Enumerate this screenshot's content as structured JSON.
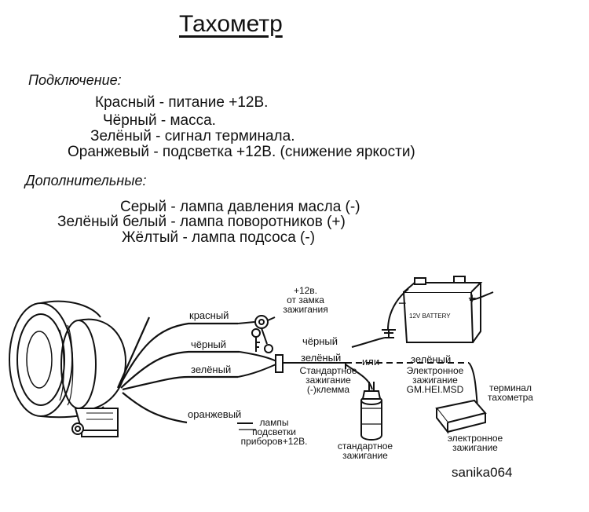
{
  "title": "Тахометр",
  "connection": {
    "heading": "Подключение:",
    "lines": [
      "Красный - питание +12В.",
      "Чёрный - масса.",
      "Зелёный - сигнал терминала.",
      "Оранжевый - подсветка +12В. (снижение яркости)"
    ]
  },
  "additional": {
    "heading": "Дополнительные:",
    "lines": [
      "Серый - лампа давления масла (-)",
      "Зелёный белый - лампа поворотников (+)",
      "Жёлтый - лампа подсоса (-)"
    ]
  },
  "diagram": {
    "wire_red": "красный",
    "wire_black": "чёрный",
    "wire_green": "зелёный",
    "wire_orange": "оранжевый",
    "ignition_lock": [
      "+12в.",
      "от замка",
      "зажигания"
    ],
    "lamps": [
      "лампы",
      "подсветки",
      "приборов+12В."
    ],
    "coil_black": "чёрный",
    "coil_green": "зелёный",
    "or": "или",
    "green_right": "зелёный",
    "std_terminal": [
      "Стандартное",
      "зажигание",
      "(-)клемма"
    ],
    "electronic": [
      "Электронное",
      "зажигание",
      "GM.HEI.MSD"
    ],
    "terminal": [
      "терминал",
      "тахометра"
    ],
    "std_ignition": [
      "стандартное",
      "зажигание"
    ],
    "electronic_bottom": [
      "электронное",
      "зажигание"
    ],
    "battery_label": "12V BATTERY",
    "battery_minus": "−",
    "battery_plus": "+"
  },
  "signature": "sanika064"
}
